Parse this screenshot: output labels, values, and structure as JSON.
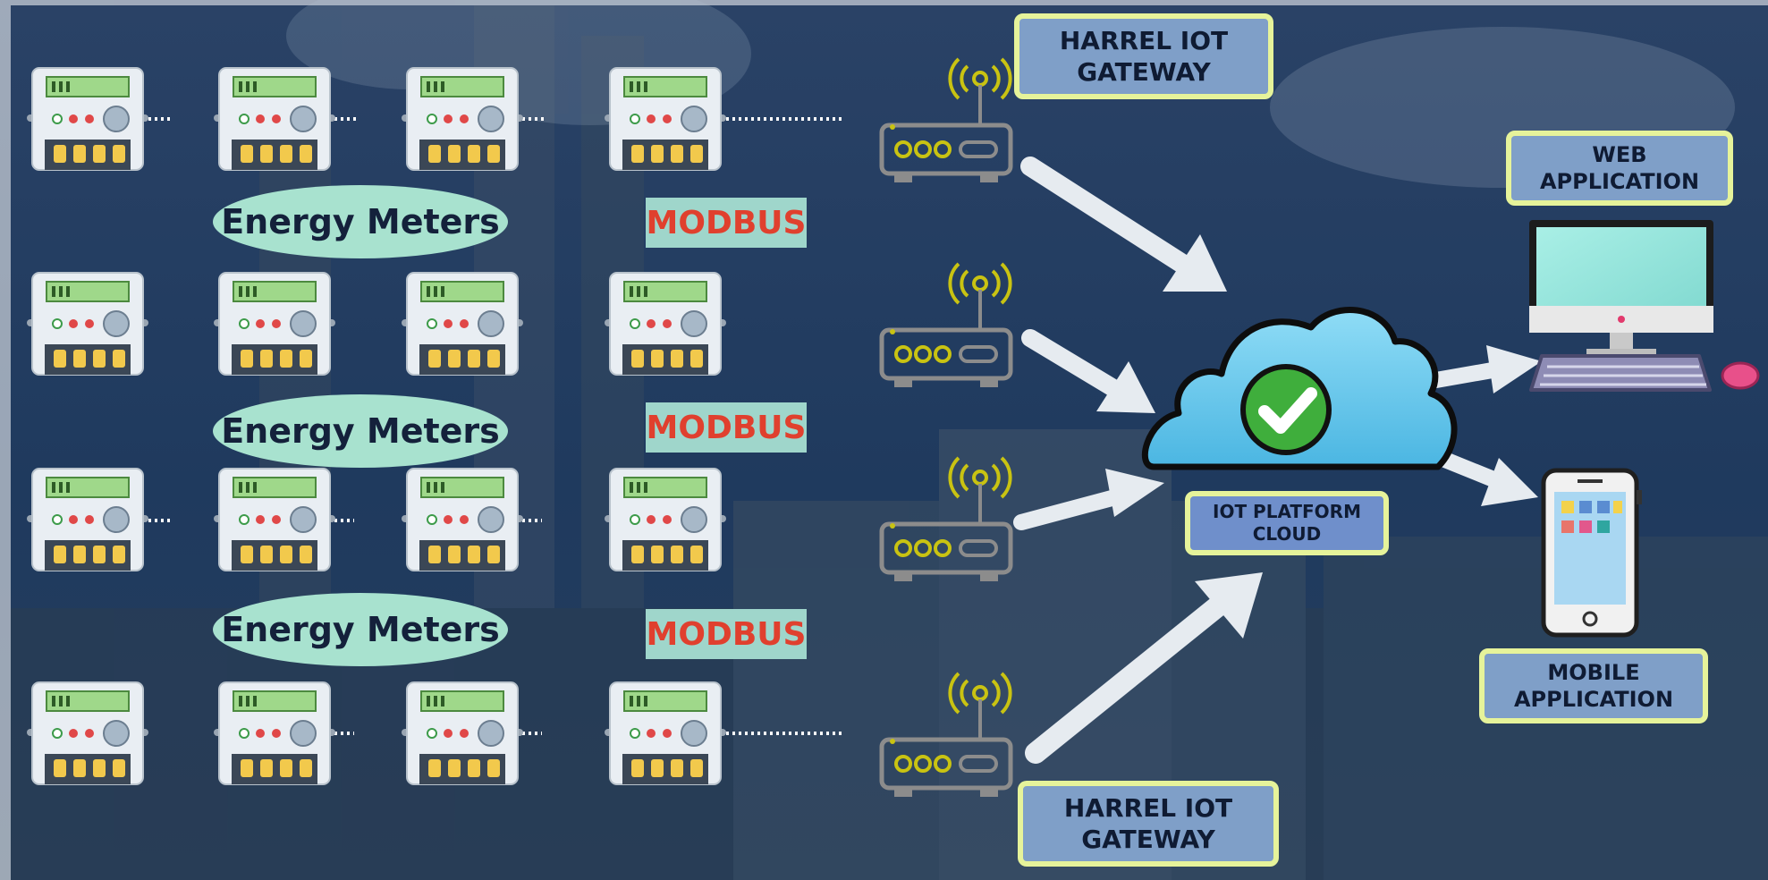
{
  "labels": {
    "energy_meters": [
      "Energy Meters",
      "Energy Meters",
      "Energy Meters"
    ],
    "modbus": [
      "MODBUS",
      "MODBUS",
      "MODBUS"
    ],
    "gateway_top": "HARREL IOT\nGATEWAY",
    "gateway_bottom": "HARREL IOT\nGATEWAY",
    "cloud": "IOT PLATFORM\nCLOUD",
    "web_app": "WEB\nAPPLICATION",
    "mobile_app": "MOBILE\nAPPLICATION"
  },
  "colors": {
    "background": "#1e3658",
    "label_box_fill": "#7f9fc8",
    "label_box_border": "#e6f39a",
    "modbus_text": "#e0402e",
    "ellipse_fill": "#a8e2cf",
    "wifi_yellow": "#c9c312",
    "cloud_blue": "#5ac4ec",
    "check_green": "#3fae3c"
  }
}
